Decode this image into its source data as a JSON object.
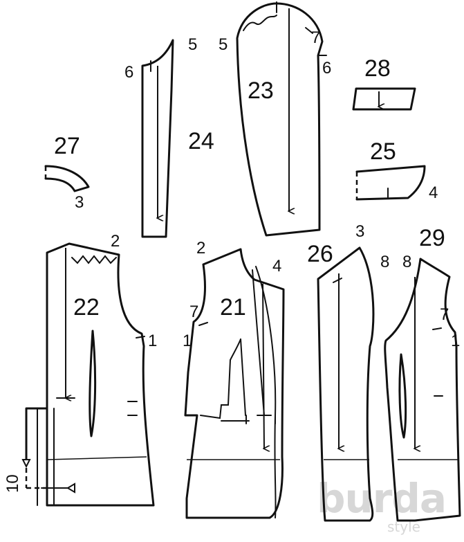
{
  "pieces": {
    "p22": "22",
    "p21": "21",
    "p23": "23",
    "p24": "24",
    "p25": "25",
    "p26": "26",
    "p27": "27",
    "p28": "28",
    "p29": "29"
  },
  "marks": {
    "m5a": "5",
    "m5b": "5",
    "m6a": "6",
    "m6b": "6",
    "m7a": "7",
    "m3a": "3",
    "m4a": "4",
    "m2a": "2",
    "m1a": "1",
    "m2b": "2",
    "m7b": "7",
    "m1b": "1",
    "m4b": "4",
    "m3b": "3",
    "m8a": "8",
    "m8b": "8",
    "m7c": "7",
    "m1c": "1",
    "m10": "10"
  },
  "watermark": {
    "brand": "burda",
    "sub": "style"
  },
  "colors": {
    "line": "#111111",
    "watermark": "#d7d7d7",
    "background": "#ffffff"
  }
}
